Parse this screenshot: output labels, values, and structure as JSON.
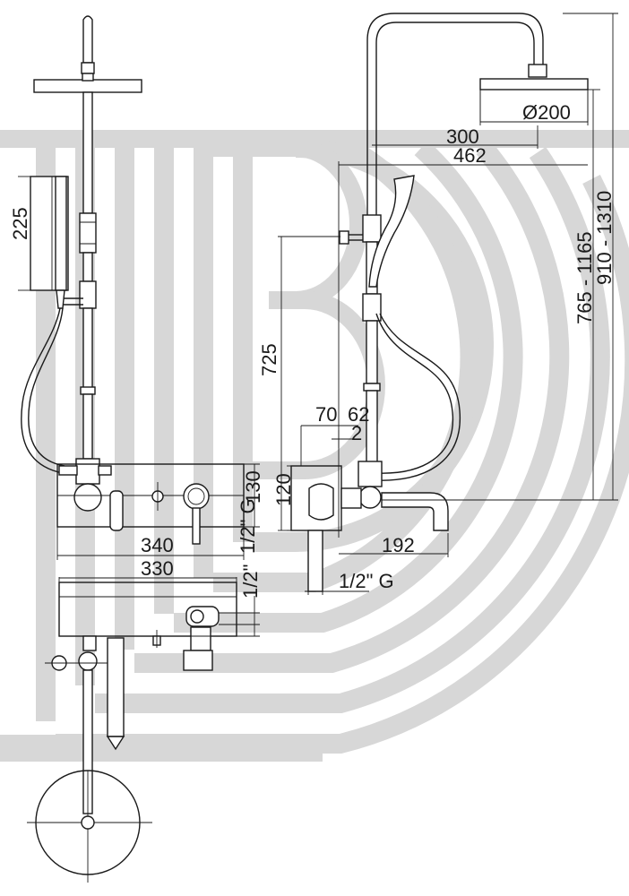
{
  "dimensions": {
    "d225": "225",
    "d725": "725",
    "d300": "300",
    "d462": "462",
    "d200": "Ø200",
    "d765": "765 - 1165",
    "d910": "910 - 1310",
    "d70": "70",
    "d62": "62",
    "d2": "2",
    "d120": "120",
    "d130": "130",
    "d340": "340",
    "d330": "330",
    "d12g_left": "1/2\" G",
    "d12_left": "1/2\"",
    "d12g_right": "1/2\" G",
    "d192": "192"
  },
  "colors": {
    "line": "#1a1a1a",
    "watermark": "#d7d7d7",
    "background": "#ffffff"
  }
}
